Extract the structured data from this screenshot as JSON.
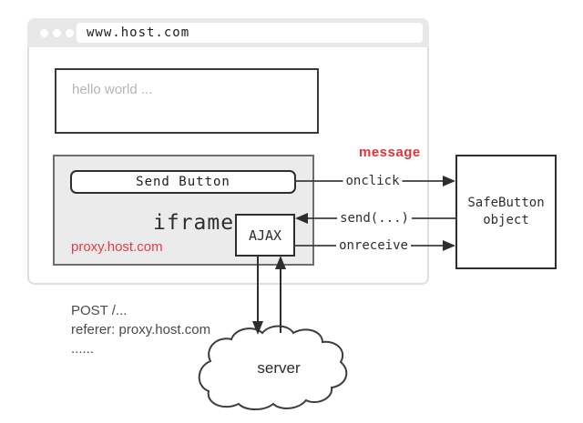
{
  "browser": {
    "url": "www.host.com",
    "hello_text": "hello world ..."
  },
  "iframe": {
    "send_button_label": "Send Button",
    "title": "iframe",
    "ajax_label": "AJAX",
    "origin_label": "proxy.host.com"
  },
  "connectors": {
    "message": "message",
    "onclick": "onclick",
    "send": "send(...)",
    "onreceive": "onreceive"
  },
  "safebutton": {
    "line1": "SafeButton",
    "line2": "object"
  },
  "request": {
    "lines": [
      "POST /...",
      "referer: proxy.host.com",
      "......"
    ]
  },
  "server": {
    "label": "server"
  },
  "colors": {
    "accent_red": "#e0343c",
    "line_dark": "#3c3c3c",
    "box_border": "#2e2e2e",
    "chrome_gray": "#e8e8e8",
    "iframe_gray": "#ebebeb",
    "window_border": "#dedede"
  }
}
